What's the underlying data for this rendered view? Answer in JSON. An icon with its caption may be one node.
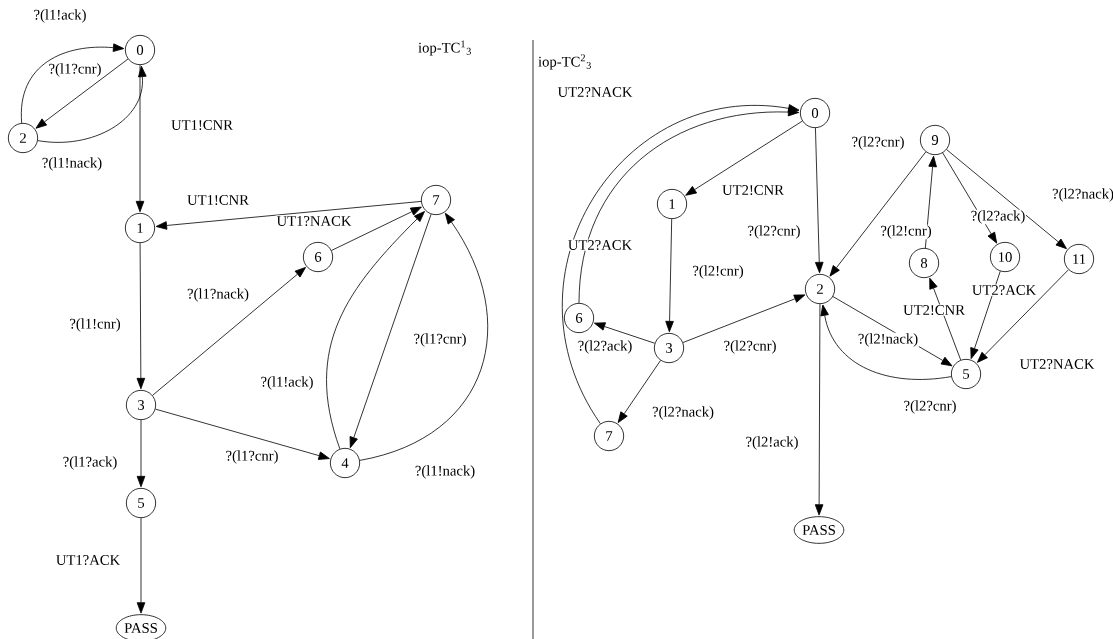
{
  "diagram": {
    "nodes": [
      {
        "text": [
          "0"
        ]
      },
      {
        "text": [
          "1"
        ]
      },
      {
        "text": [
          "2"
        ]
      },
      {
        "text": [
          "3"
        ]
      },
      {
        "text": [
          "4"
        ]
      },
      {
        "text": [
          "5"
        ]
      },
      {
        "text": [
          "6"
        ]
      },
      {
        "text": [
          "7"
        ]
      },
      {
        "text": [
          "PASS"
        ]
      },
      {
        "text": [
          "0"
        ]
      },
      {
        "text": [
          "1"
        ]
      },
      {
        "text": [
          "2"
        ]
      },
      {
        "text": [
          "3"
        ]
      },
      {
        "text": [
          "5"
        ]
      },
      {
        "text": [
          "6"
        ]
      },
      {
        "text": [
          "7"
        ]
      },
      {
        "text": [
          "8"
        ]
      },
      {
        "text": [
          "9"
        ]
      },
      {
        "text": [
          "10"
        ]
      },
      {
        "text": [
          "11"
        ]
      },
      {
        "text": [
          "PASS"
        ]
      }
    ],
    "edges": [
      {
        "from": 2,
        "to": 0,
        "arrow": "to",
        "label": "?(l1!ack)"
      },
      {
        "from": 0,
        "to": 2,
        "arrow": "to",
        "label": "?(l1?cnr)"
      },
      {
        "from": 2,
        "to": 0,
        "arrow": "to",
        "label": "?(l1!nack)"
      },
      {
        "from": 0,
        "to": 1,
        "arrow": "to",
        "label": "UT1!CNR"
      },
      {
        "from": 7,
        "to": 1,
        "arrow": "to",
        "label": "UT1!CNR"
      },
      {
        "from": 6,
        "to": 7,
        "arrow": "to",
        "label": "UT1?NACK"
      },
      {
        "from": 1,
        "to": 3,
        "arrow": "to",
        "label": "?(l1!cnr)"
      },
      {
        "from": 3,
        "to": 6,
        "arrow": "to",
        "label": "?(l1?nack)"
      },
      {
        "from": 3,
        "to": 4,
        "arrow": "to",
        "label": "?(l1?cnr)"
      },
      {
        "from": 4,
        "to": 7,
        "arrow": "to",
        "label": "?(l1!ack)"
      },
      {
        "from": 7,
        "to": 4,
        "arrow": "to",
        "label": "?(l1?cnr)"
      },
      {
        "from": 4,
        "to": 7,
        "arrow": "to",
        "label": "?(l1!nack)"
      },
      {
        "from": 3,
        "to": 5,
        "arrow": "to",
        "label": "?(l1?ack)"
      },
      {
        "from": 5,
        "to": 8,
        "arrow": "to",
        "label": "UT1?ACK"
      },
      {
        "from": 15,
        "to": 9,
        "arrow": "to",
        "label": "UT2?NACK"
      },
      {
        "from": 14,
        "to": 9,
        "arrow": "to",
        "label": "UT2?ACK"
      },
      {
        "from": 9,
        "to": 10,
        "arrow": "to",
        "label": "UT2!CNR"
      },
      {
        "from": 9,
        "to": 11,
        "arrow": "to",
        "label": "?(l2?cnr)"
      },
      {
        "from": 10,
        "to": 12,
        "arrow": "to",
        "label": "?(l2!cnr)"
      },
      {
        "from": 12,
        "to": 14,
        "arrow": "to",
        "label": "?(l2?ack)"
      },
      {
        "from": 12,
        "to": 15,
        "arrow": "to",
        "label": "?(l2?nack)"
      },
      {
        "from": 12,
        "to": 11,
        "arrow": "to",
        "label": "?(l2?cnr)"
      },
      {
        "from": 11,
        "to": 20,
        "arrow": "to",
        "label": "?(l2!ack)"
      },
      {
        "from": 11,
        "to": 13,
        "arrow": "to",
        "label": "?(l2!nack)"
      },
      {
        "from": 13,
        "to": 11,
        "arrow": "to",
        "label": "?(l2?cnr)"
      },
      {
        "from": 17,
        "to": 11,
        "arrow": "to",
        "label": "?(l2?cnr)"
      },
      {
        "from": 16,
        "to": 17,
        "arrow": "to",
        "label": "?(l2!cnr)"
      },
      {
        "from": 13,
        "to": 16,
        "arrow": "to",
        "label": "UT2!CNR"
      },
      {
        "from": 17,
        "to": 18,
        "arrow": "to",
        "label": "?(l2?ack)"
      },
      {
        "from": 17,
        "to": 19,
        "arrow": "to",
        "label": "?(l2?nack)"
      },
      {
        "from": 18,
        "to": 13,
        "arrow": "to",
        "label": "UT2?ACK"
      },
      {
        "from": 19,
        "to": 13,
        "arrow": "to",
        "label": "UT2?NACK"
      }
    ],
    "labels": [
      "iop-TC$^{1}$$_{3}$",
      "iop-TC$^{2}$$_{3}$"
    ]
  }
}
